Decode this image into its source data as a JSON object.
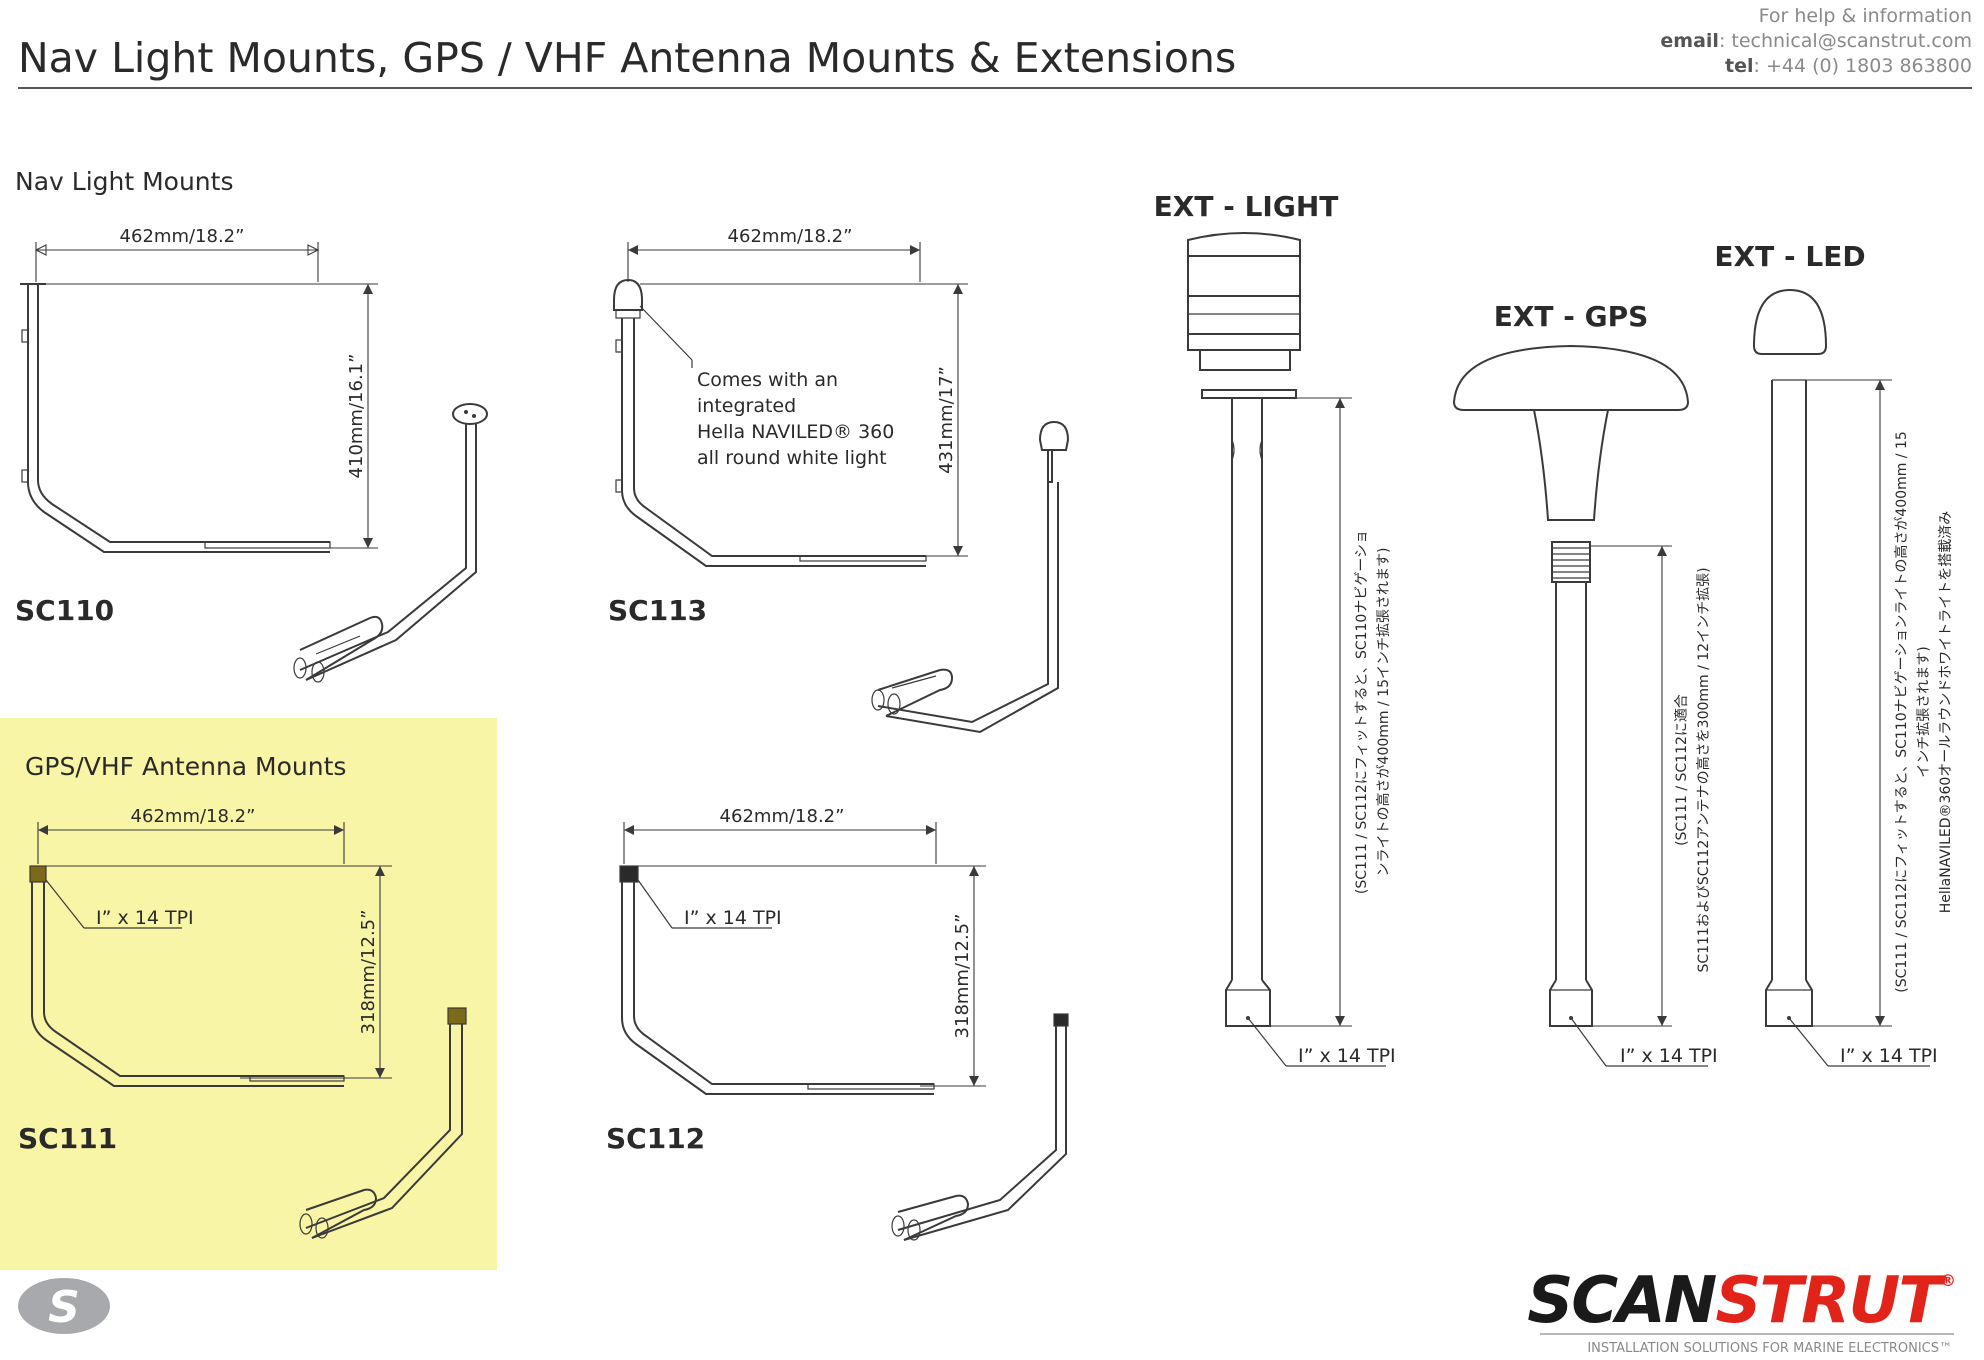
{
  "header": {
    "title": "Nav Light Mounts, GPS / VHF Antenna Mounts & Extensions",
    "help_line": "For help & information",
    "email_label": "email",
    "email_value": ": technical@scanstrut.com",
    "tel_label": "tel",
    "tel_value": ":  +44 (0) 1803 863800"
  },
  "sections": {
    "nav_light": "Nav Light Mounts",
    "gps_vhf": "GPS/VHF Antenna Mounts"
  },
  "colors": {
    "highlight": "#f8f5a6",
    "line": "#3a3a3a",
    "brand_black": "#1a1a1a",
    "brand_red": "#e2231a"
  },
  "sc110": {
    "model": "SC110",
    "width_dim": "462mm/18.2”",
    "height_dim": "410mm/16.1”"
  },
  "sc113": {
    "model": "SC113",
    "width_dim": "462mm/18.2”",
    "height_dim": "431mm/17”",
    "callout": [
      "Comes with an",
      "integrated",
      "Hella NAVILED® 360",
      "all round white light"
    ]
  },
  "sc111": {
    "model": "SC111",
    "width_dim": "462mm/18.2”",
    "height_dim": "318mm/12.5”",
    "thread": "I” x 14 TPI"
  },
  "sc112": {
    "model": "SC112",
    "width_dim": "462mm/18.2”",
    "height_dim": "318mm/12.5”",
    "thread": "I” x 14 TPI"
  },
  "ext_light": {
    "title": "EXT - LIGHT",
    "thread": "I” x 14 TPI",
    "jp_line1": "(SC111 / SC112にフィットすると、SC110ナビゲーショ",
    "jp_line2": "ンライトの高さが400mm / 15インチ拡張されます)"
  },
  "ext_gps": {
    "title": "EXT - GPS",
    "thread": "I” x 14 TPI",
    "jp_line1": "(SC111 / SC112に適合",
    "jp_line2": "SC111およびSC112アンテナの高さを300mm / 12インチ拡張)"
  },
  "ext_led": {
    "title": "EXT - LED",
    "thread": "I” x 14 TPI",
    "jp_line1": "(SC111 / SC112にフィットすると、SC110ナビゲーションライトの高さが400mm / 15",
    "jp_line2": "インチ拡張されます)",
    "jp_line3": "HellaNAVILED®360オールラウンドホワイトライトを搭載済み"
  },
  "brand": {
    "logo_letter": "S",
    "name_part1": "SCAN",
    "name_part2": "STRUT",
    "registered": "®",
    "tagline": "INSTALLATION SOLUTIONS FOR MARINE ELECTRONICS™"
  }
}
